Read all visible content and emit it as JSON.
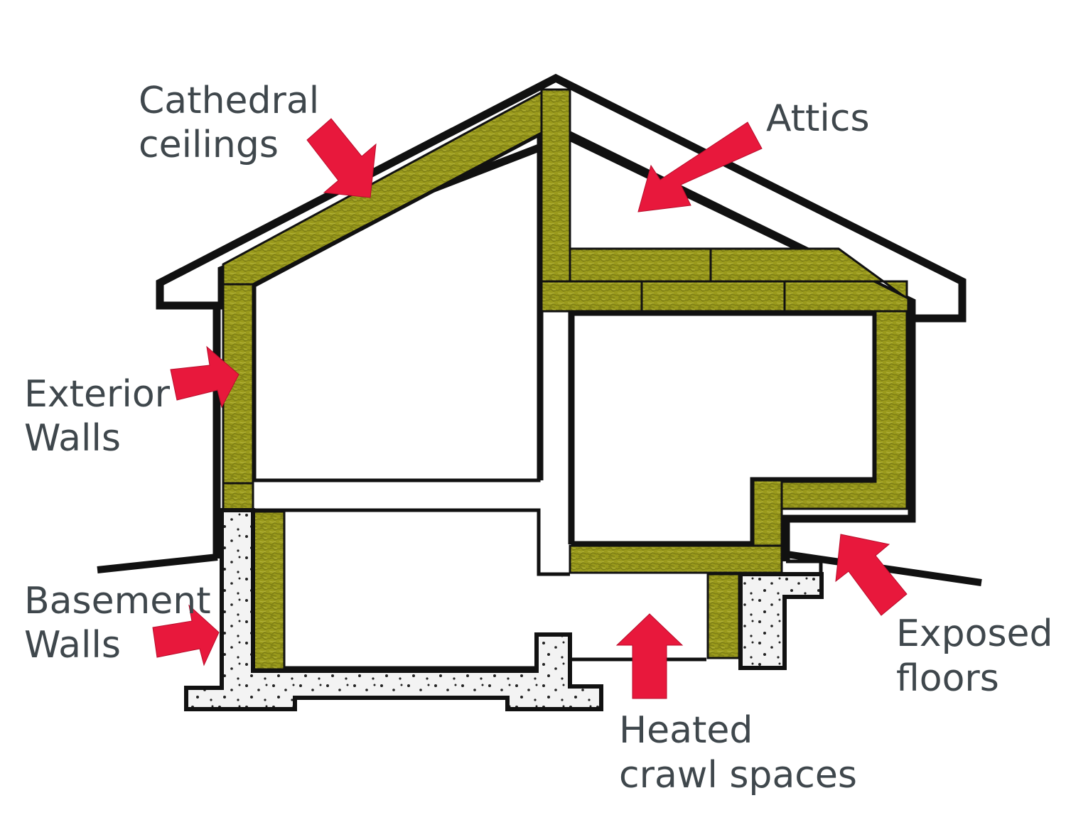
{
  "labels": {
    "cathedral": [
      "Cathedral",
      "ceilings"
    ],
    "attics": [
      "Attics"
    ],
    "exterior": [
      "Exterior",
      "Walls"
    ],
    "basement": [
      "Basement",
      "Walls"
    ],
    "exposed": [
      "Exposed",
      "floors"
    ],
    "crawl": [
      "Heated",
      "crawl spaces"
    ]
  },
  "colors": {
    "insulation": "#9a9a1c",
    "insulation_dark": "#6f7012",
    "arrow": "#e8183c",
    "outline": "#111111",
    "label": "#3f474c",
    "concrete": "#f2f2f2"
  }
}
